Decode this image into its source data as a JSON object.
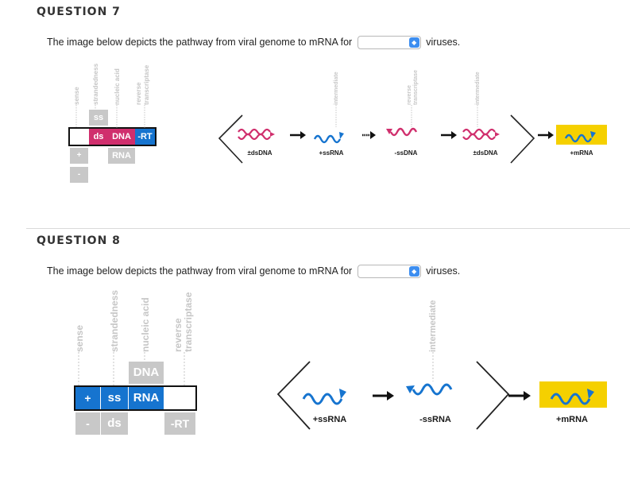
{
  "questions": [
    {
      "header": "QUESTION 7",
      "text_before": "The image below depicts the pathway from viral genome to mRNA for",
      "select_value": "",
      "text_after": "viruses.",
      "axis_labels": {
        "sense": "sense",
        "strandedness": "strandedness",
        "nucleic_acid": "nucleic acid",
        "rt_line1": "reverse",
        "rt_line2": "transcriptase"
      },
      "grid": {
        "ss": "ss",
        "ds": "ds",
        "dna": "DNA",
        "rt": "-RT",
        "rna": "RNA",
        "plus": "+",
        "minus": "-"
      },
      "pathway_labels": [
        "intermediate",
        "reverse transcriptase",
        "intermediate"
      ],
      "steps": [
        "±dsDNA",
        "+ssRNA",
        "-ssDNA",
        "±dsDNA",
        "+mRNA"
      ]
    },
    {
      "header": "QUESTION 8",
      "text_before": "The image below depicts the pathway from viral genome to mRNA for",
      "select_value": "",
      "text_after": "viruses.",
      "axis_labels": {
        "sense": "sense",
        "strandedness": "strandedness",
        "nucleic_acid": "nucleic acid",
        "rt_line1": "reverse",
        "rt_line2": "transcriptase"
      },
      "grid": {
        "dna": "DNA",
        "plus": "+",
        "ss": "ss",
        "rna": "RNA",
        "minus": "-",
        "ds": "ds",
        "rt": "-RT"
      },
      "pathway_labels": [
        "intermediate"
      ],
      "steps": [
        "+ssRNA",
        "-ssRNA",
        "+mRNA"
      ]
    }
  ],
  "colors": {
    "pink": "#d02f6d",
    "blue": "#1674cf",
    "gray": "#c8c8c8",
    "yellow": "#f5d000",
    "select_accent": "#3d8ef0"
  }
}
